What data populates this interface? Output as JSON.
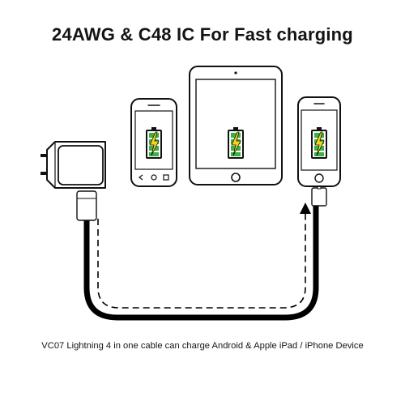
{
  "header": {
    "title": "24AWG & C48 IC For Fast charging"
  },
  "footer": {
    "caption": "VC07 Lightning 4 in one cable can charge Android & Apple iPad / iPhone Device"
  },
  "devices": [
    {
      "name": "Android phone",
      "icon": "android-phone-icon"
    },
    {
      "name": "iPad",
      "icon": "tablet-icon"
    },
    {
      "name": "iPhone",
      "icon": "iphone-icon"
    }
  ],
  "charger": {
    "icon": "wall-charger-icon"
  },
  "battery": {
    "icon": "battery-charging-icon",
    "fill_colors": [
      "#2c9a3a",
      "#3cb043"
    ],
    "bolt_color": "#f2d51a"
  },
  "cable": {
    "icon": "cable-icon",
    "color": "#000000"
  }
}
